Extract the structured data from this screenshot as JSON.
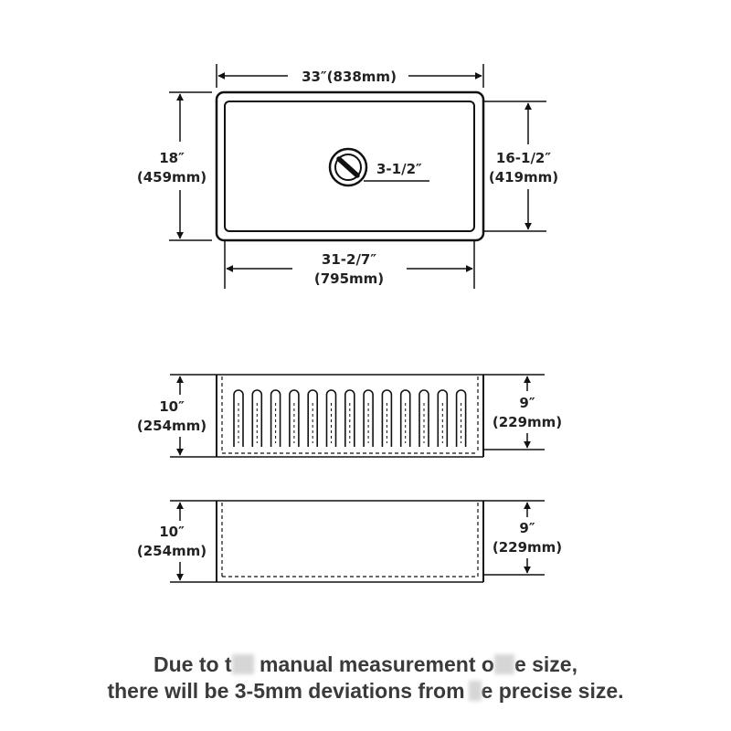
{
  "top_view": {
    "outer_width": "33″(838mm)",
    "outer_depth_in": "18″",
    "outer_depth_mm": "(459mm)",
    "inner_depth_in": "16-1/2″",
    "inner_depth_mm": "(419mm)",
    "drain": "3-1/2″",
    "inner_width_in": "31-2/7″",
    "inner_width_mm": "(795mm)"
  },
  "front_view_fluted": {
    "outer_height_in": "10″",
    "outer_height_mm": "(254mm)",
    "inner_height_in": "9″",
    "inner_height_mm": "(229mm)"
  },
  "front_view_plain": {
    "outer_height_in": "10″",
    "outer_height_mm": "(254mm)",
    "inner_height_in": "9″",
    "inner_height_mm": "(229mm)"
  },
  "notice": {
    "line1_a": "Due to t",
    "line1_b": " manual measurement o",
    "line1_c": "e size,",
    "line2_a": "there will be 3-5mm deviations from",
    "line2_b": "e precise size."
  },
  "colors": {
    "line": "#111111",
    "text": "#222222",
    "notice_text": "#3a3a3a"
  }
}
